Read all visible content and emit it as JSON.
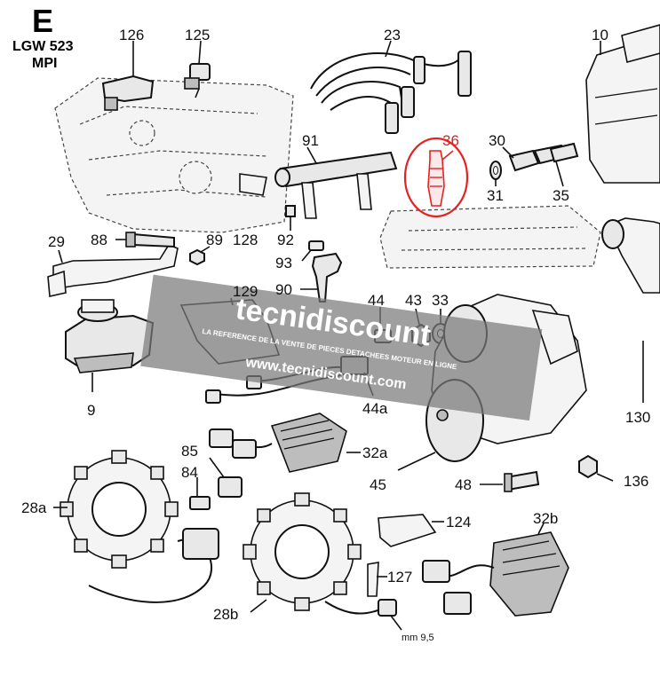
{
  "header": {
    "letter": "E",
    "model_line1": "LGW 523",
    "model_line2": "MPI"
  },
  "callouts": {
    "p126": "126",
    "p125": "125",
    "p23": "23",
    "p10": "10",
    "p36": "36",
    "p30": "30",
    "p31": "31",
    "p35": "35",
    "p91": "91",
    "p29": "29",
    "p88": "88",
    "p89": "89",
    "p128": "128",
    "p92": "92",
    "p93": "93",
    "p90": "90",
    "p129": "129",
    "p44": "44",
    "p43": "43",
    "p33": "33",
    "p9": "9",
    "p44a": "44a",
    "p130": "130",
    "p85": "85",
    "p84": "84",
    "p32a": "32a",
    "p45": "45",
    "p48": "48",
    "p136": "136",
    "p28a": "28a",
    "p124": "124",
    "p32b": "32b",
    "p127": "127",
    "p28b": "28b",
    "mm": "mm 9,5"
  },
  "watermark": {
    "brand": "tecnidiscount",
    "tagline": "LA REFERENCE DE LA VENTE DE PIECES DETACHEES MOTEUR EN LIGNE",
    "url": "www.tecnidiscount.com"
  },
  "colors": {
    "highlight": "#e32222",
    "watermark_band": "#7a7a7a",
    "line": "#111111"
  }
}
